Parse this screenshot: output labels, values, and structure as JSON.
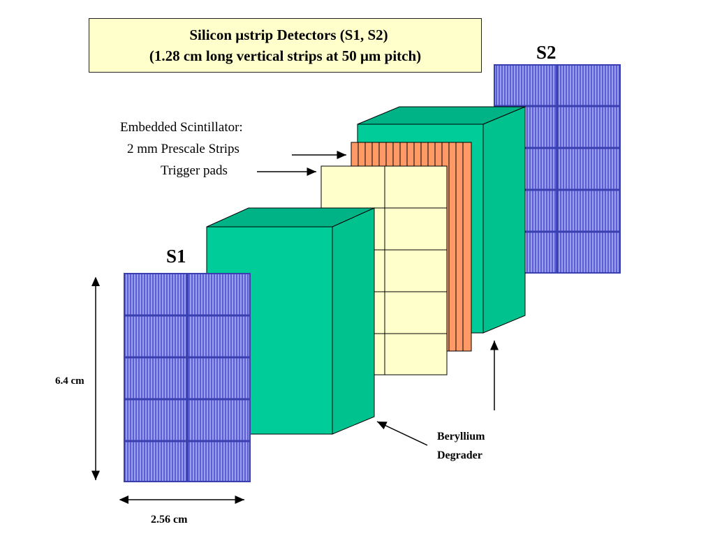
{
  "title": {
    "line1_prefix": "Silicon ",
    "line1_mu": "μ",
    "line1_suffix": "strip Detectors (S1, S2)",
    "line2_prefix": "(1.28 cm long vertical strips at 50 ",
    "line2_mu": "μ",
    "line2_suffix": "m pitch)"
  },
  "labels": {
    "s1": "S1",
    "s2": "S2",
    "scint_line1": "Embedded Scintillator:",
    "scint_line2": "2 mm Prescale Strips",
    "trigger": "Trigger pads",
    "beryllium_line1": "Beryllium",
    "beryllium_line2": "Degrader",
    "height": "6.4 cm",
    "width": "2.56 cm"
  },
  "colors": {
    "silicon": "#5b5fd6",
    "silicon_line": "#3a3fb0",
    "degrader_front": "#00cc99",
    "degrader_top": "#00b386",
    "degrader_side": "#00c28f",
    "scintillator": "#ff9966",
    "trigger_pad": "#ffffcc",
    "title_bg": "#ffffcc"
  }
}
